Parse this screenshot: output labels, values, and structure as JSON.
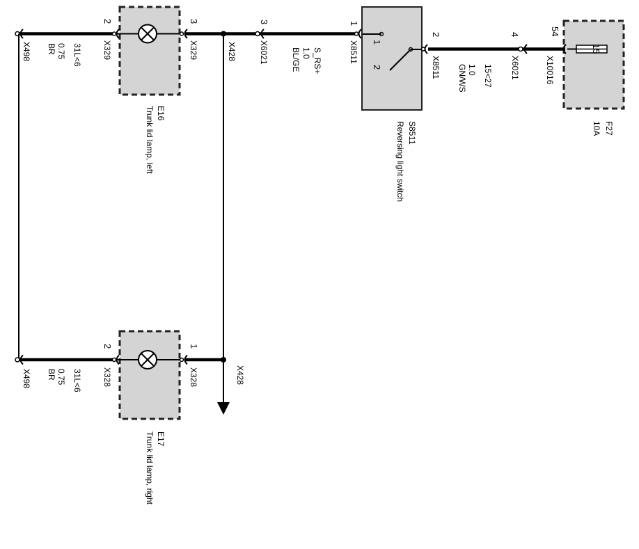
{
  "fuse": {
    "ref": "F27",
    "rating": "10A",
    "pin_in": "15",
    "pin_out": "54",
    "connector": "X10016"
  },
  "wire_feed": {
    "connector_pin": "4",
    "connector": "X6021",
    "circuit": "15<27",
    "gauge": "1.0",
    "color": "GN/WS"
  },
  "switch": {
    "ref": "S8511",
    "name": "Reversing light switch",
    "connector": "X8511",
    "pin_out": "1",
    "pin_in": "2",
    "contact_1": "1",
    "contact_2": "2",
    "conn_label_left": "X8511",
    "conn_label_right": "X8511"
  },
  "wire_switched": {
    "connector_pin": "3",
    "connector": "X6021",
    "signal": "S_RS+",
    "gauge": "1.0",
    "color": "BL/GE"
  },
  "splice": {
    "connector": "X428",
    "connector_lower": "X428"
  },
  "lamp_left": {
    "ref": "E16",
    "name": "Trunk lid lamp, left",
    "pin_in": "3",
    "pin_out": "2",
    "connector_in": "X329",
    "connector_out": "X329"
  },
  "lamp_right": {
    "ref": "E17",
    "name": "Trunk lid lamp, right",
    "pin_in": "1",
    "pin_out": "2",
    "connector_in": "X328",
    "connector_out": "X328"
  },
  "ground_wire_top": {
    "circuit": "31L<6",
    "gauge": "0.75",
    "color": "BR",
    "connector": "X498"
  },
  "ground_wire_bottom": {
    "circuit": "31L<6",
    "gauge": "0.75",
    "color": "BR",
    "connector": "X498"
  }
}
